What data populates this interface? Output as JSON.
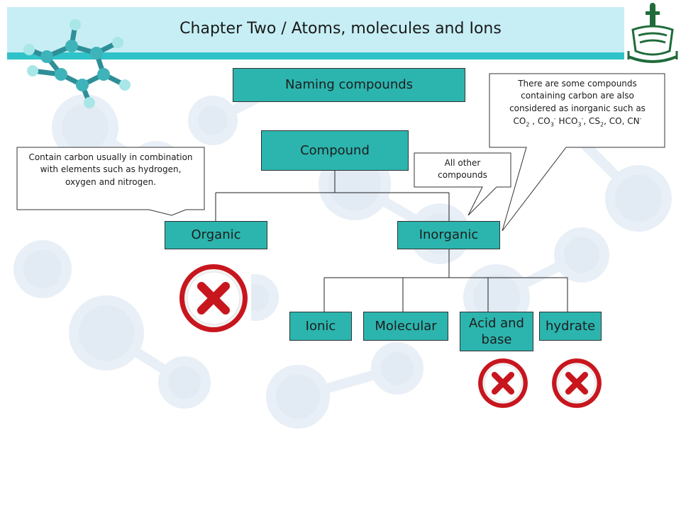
{
  "title": "Chapter Two / Atoms, molecules and Ions",
  "nodes": {
    "naming": "Naming compounds",
    "compound": "Compound",
    "organic": "Organic",
    "inorganic": "Inorganic",
    "ionic": "Ionic",
    "molecular": "Molecular",
    "acid_base": "Acid and base",
    "hydrate": "hydrate"
  },
  "callouts": {
    "organic_note": "Contain carbon usually in combination with elements such as hydrogen, oxygen and nitrogen.",
    "other_note": "All other compounds",
    "carbon_note_prefix": "There are some compounds containing carbon are also considered as inorganic such as",
    "carbon_formulas": "CO2 , CO3- HCO3-, CS2, CO, CN-"
  },
  "marks": [
    "x-organic",
    "x-acid-base",
    "x-hydrate"
  ],
  "colors": {
    "box": "#2bb5ae",
    "title_band": "#c6eef4",
    "strip": "#2fc3c9",
    "cross": "#c8161e"
  }
}
